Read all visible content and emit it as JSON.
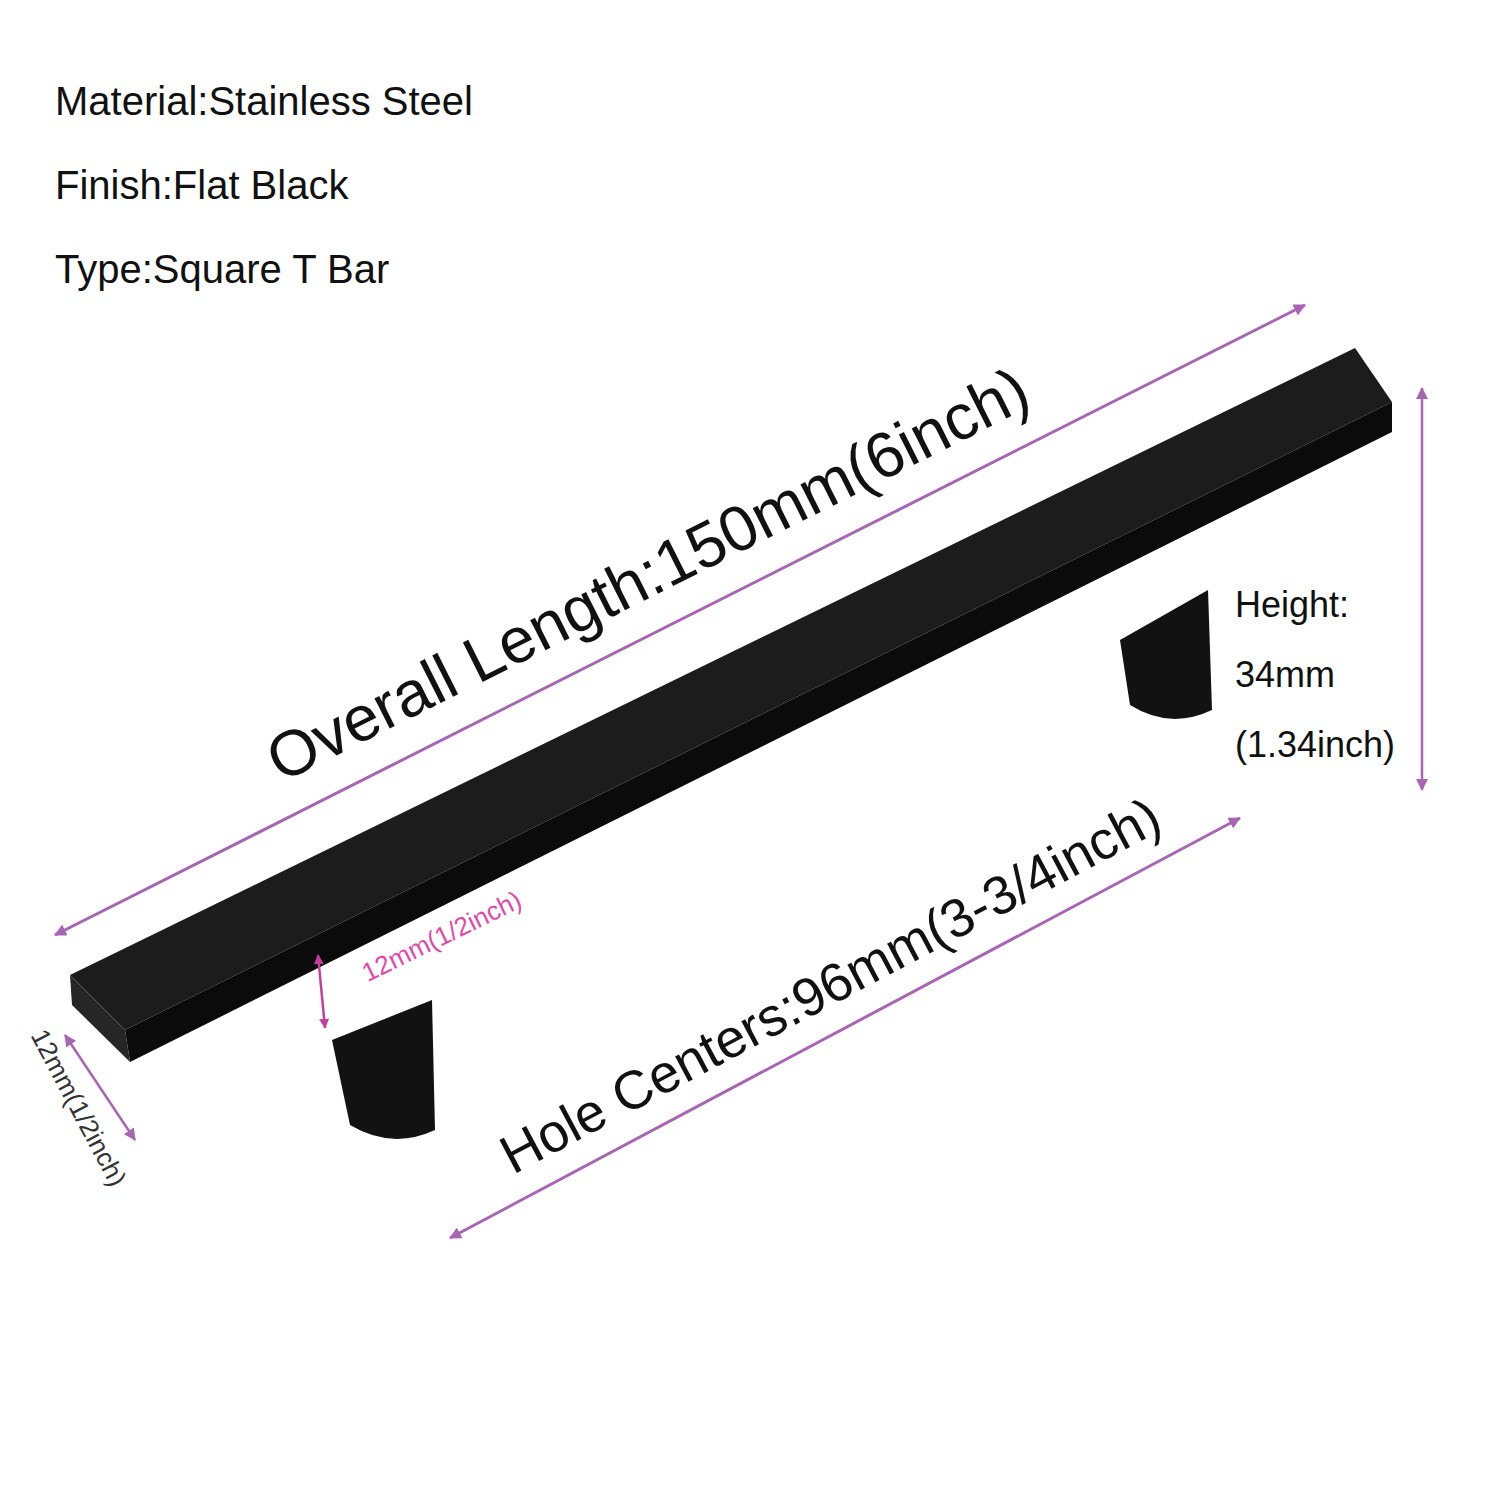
{
  "diagram": {
    "labels": [
      "Material:Stainless Steel",
      "Finish:Flat Black",
      "Type:Square T Bar",
      "Overall Length:150mm(6inch)",
      "Height: 34mm (1.34inch)",
      "12mm(1/2inch)",
      "12mm(1/2inch)",
      "Hole Centers:96mm(3-3/4inch)"
    ]
  }
}
